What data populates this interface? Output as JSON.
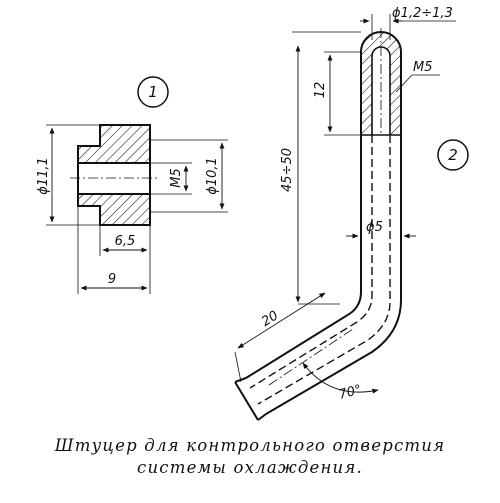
{
  "figure": {
    "part1": {
      "callout": "1",
      "dim_outer_dia": "ϕ11,1",
      "dim_thread": "M5",
      "dim_inner_dia": "ϕ10,1",
      "dim_len_short": "6,5",
      "dim_len_total": "9"
    },
    "part2": {
      "callout": "2",
      "dim_top_dia": "ϕ1,2÷1,3",
      "dim_thread": "M5",
      "dim_thread_len": "12",
      "dim_length": "45÷50",
      "dim_tube_dia": "ϕ5",
      "dim_end_len": "20",
      "dim_angle": "70°"
    },
    "caption_line1": "Штуцер для контрольного отверстия",
    "caption_line2": "системы охлаждения."
  }
}
